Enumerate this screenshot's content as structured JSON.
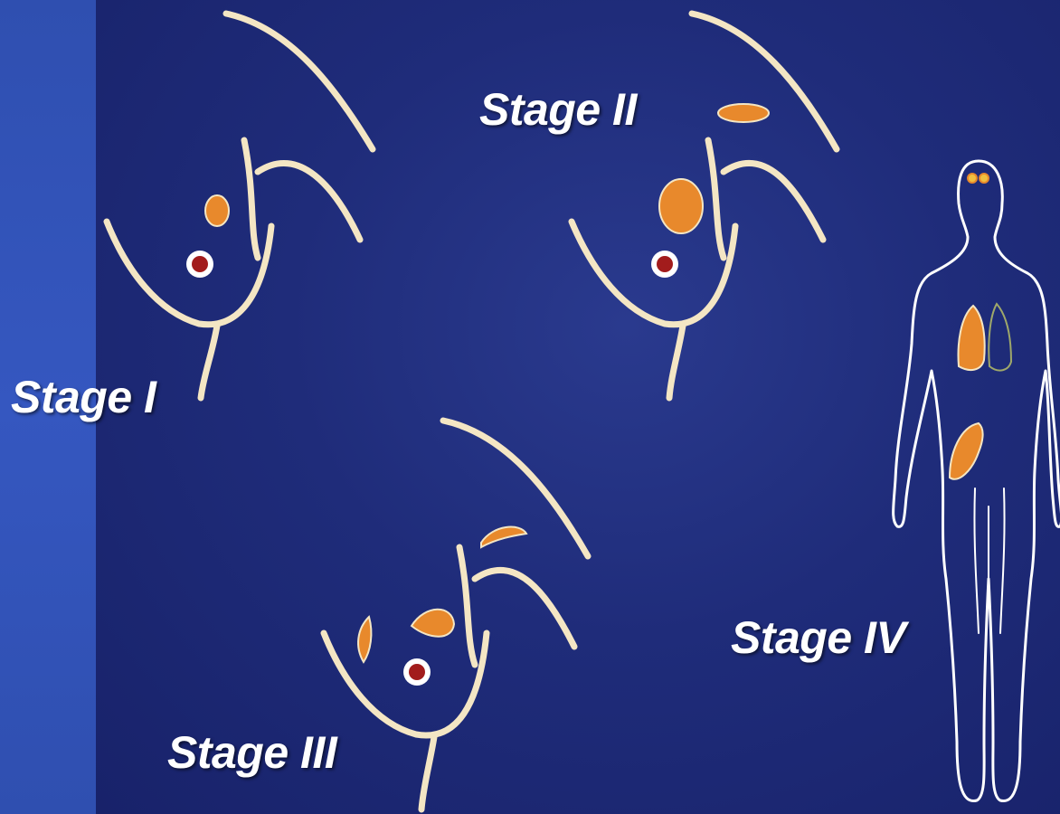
{
  "labels": {
    "stage1": "Stage I",
    "stage2": "Stage II",
    "stage3": "Stage III",
    "stage4": "Stage IV"
  },
  "colors": {
    "background": "#1f2c7a",
    "left_band": "#3557c0",
    "outline": "#f4e6c4",
    "tumor": "#e8892c",
    "nipple": "#a21c1c",
    "body_outline": "#ffffff"
  }
}
